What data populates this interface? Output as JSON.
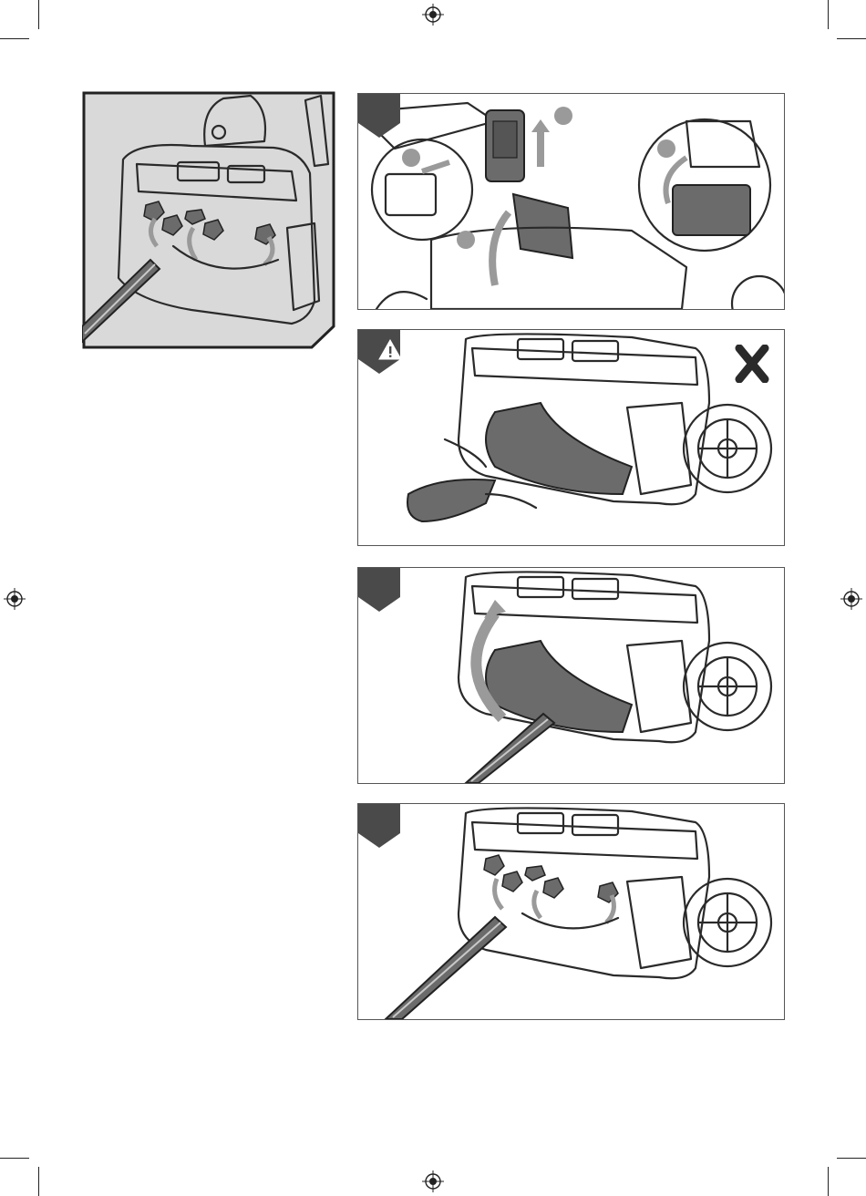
{
  "page": {
    "background": "#ffffff",
    "ink": "#2a2a2a",
    "gray_fill": "#6b6b6b",
    "light_gray": "#d8d8d8",
    "arrow_gray": "#9a9a9a"
  },
  "registration_marks": [
    "registration-mark-top",
    "registration-mark-bottom",
    "registration-mark-left",
    "registration-mark-right"
  ],
  "figures": [
    {
      "id": "detail-view",
      "icon": "detail-inset",
      "description_visible": false
    },
    {
      "id": "step-remove-battery",
      "tab": "step-tab"
    },
    {
      "id": "step-warning",
      "tab": "warning-tab",
      "icon": "warning-triangle-icon",
      "mark": "cross-mark-icon"
    },
    {
      "id": "step-rotate-auger",
      "tab": "step-tab"
    },
    {
      "id": "step-install-paddles",
      "tab": "step-tab"
    }
  ]
}
